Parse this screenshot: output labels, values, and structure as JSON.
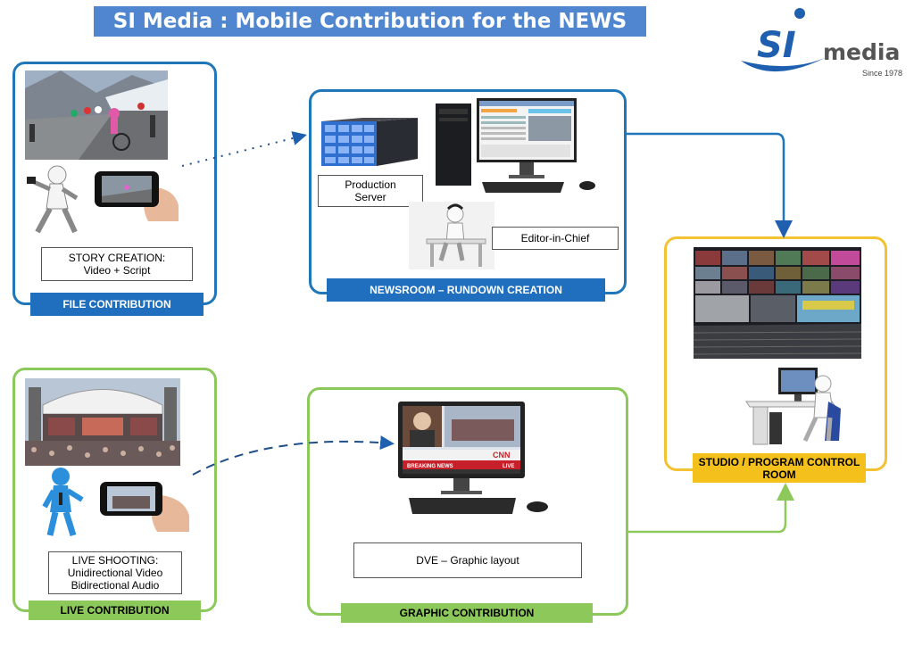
{
  "header": {
    "title": "SI Media : Mobile Contribution for the NEWS"
  },
  "logo": {
    "brand_si": "SI",
    "brand_media": "media",
    "since": "Since 1978"
  },
  "file_contribution": {
    "tag": "FILE CONTRIBUTION",
    "box_line1": "STORY CREATION:",
    "box_line2": "Video + Script"
  },
  "newsroom": {
    "tag": "NEWSROOM – RUNDOWN CREATION",
    "server_line1": "Production",
    "server_line2": "Server",
    "editor": "Editor-in-Chief"
  },
  "studio": {
    "tag_line1": "STUDIO / PROGRAM CONTROL",
    "tag_line2": "ROOM"
  },
  "live_contribution": {
    "tag": "LIVE CONTRIBUTION",
    "box_line1": "LIVE SHOOTING:",
    "box_line2": "Unidirectional Video",
    "box_line3": "Bidirectional Audio"
  },
  "graphic_contribution": {
    "tag": "GRAPHIC CONTRIBUTION",
    "dve": "DVE – Graphic layout",
    "screen_brand": "CNN",
    "screen_breaking": "BREAKING NEWS",
    "screen_live": "LIVE"
  },
  "colors": {
    "blue": "#1f77b9",
    "green": "#8cc85a",
    "yellow": "#f2c233",
    "title": "#4f86cf"
  }
}
